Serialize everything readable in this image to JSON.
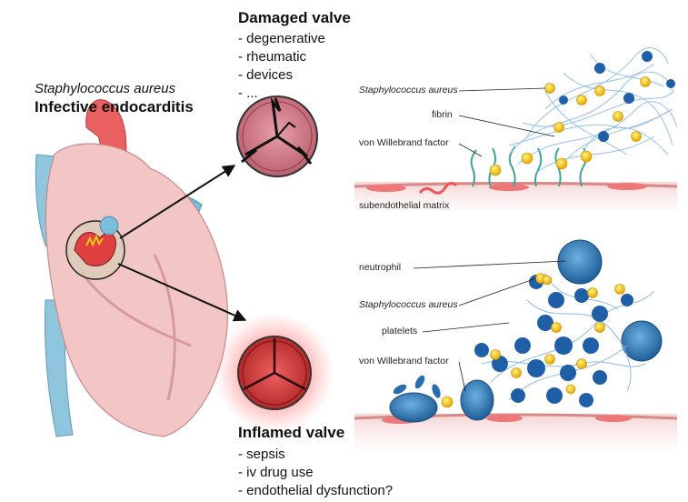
{
  "infection": {
    "organism": "Staphylococcus aureus",
    "title": "Infective endocarditis"
  },
  "damaged": {
    "title": "Damaged valve",
    "causes": [
      "- degenerative",
      "- rheumatic",
      "- devices",
      "- ..."
    ]
  },
  "inflamed": {
    "title": "Inflamed valve",
    "causes": [
      "- sepsis",
      "- iv drug use",
      "- endothelial dysfunction?"
    ]
  },
  "top_panel": {
    "labels": {
      "staph": "Staphylococcus aureus",
      "fibrin": "fibrin",
      "vwf": "von Willebrand factor",
      "matrix": "subendothelial matrix"
    }
  },
  "bottom_panel": {
    "labels": {
      "neutrophil": "neutrophil",
      "staph": "Staphylococcus aureus",
      "platelets": "platelets",
      "vwf": "von Willebrand factor"
    }
  },
  "colors": {
    "heart_red": "#e5504f",
    "heart_blue": "#7bbcd8",
    "tissue_pink": "#f3c6c6",
    "bacteria_yellow": "#f5c518",
    "platelet_blue": "#1f5fa8",
    "fibrin_blue": "#8cbbe6",
    "inflamed_red": "#e8242a"
  }
}
